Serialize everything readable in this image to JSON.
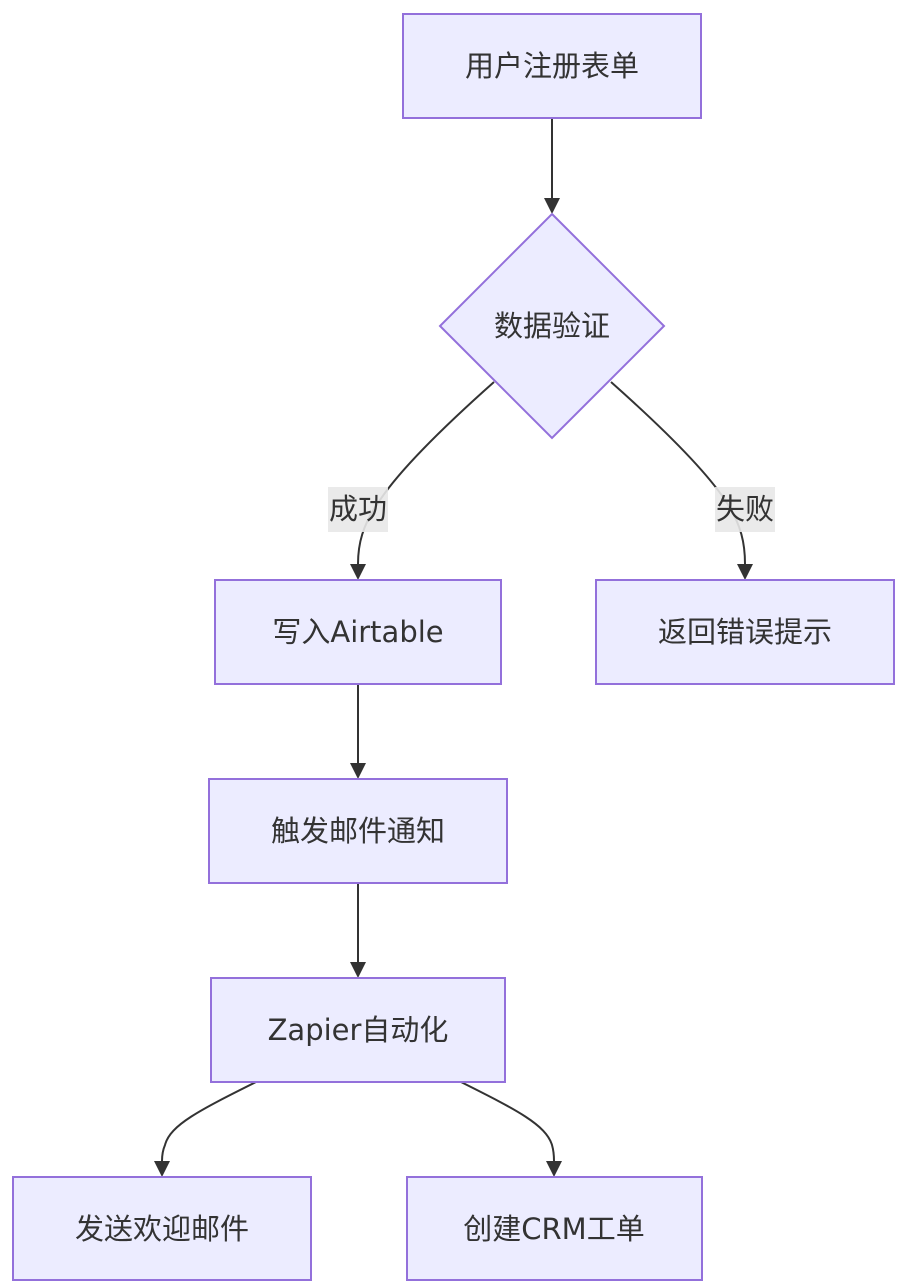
{
  "colors": {
    "node_fill": "#ECECFF",
    "node_stroke": "#9370DB",
    "edge": "#333333",
    "text": "#333333",
    "edge_label_bg": "#E8E8E8"
  },
  "nodes": {
    "form": {
      "label": "用户注册表单",
      "shape": "rect"
    },
    "validate": {
      "label": "数据验证",
      "shape": "diamond"
    },
    "airtable": {
      "label": "写入Airtable",
      "shape": "rect"
    },
    "error": {
      "label": "返回错误提示",
      "shape": "rect"
    },
    "notify": {
      "label": "触发邮件通知",
      "shape": "rect"
    },
    "zapier": {
      "label": "Zapier自动化",
      "shape": "rect"
    },
    "welcome": {
      "label": "发送欢迎邮件",
      "shape": "rect"
    },
    "crm": {
      "label": "创建CRM工单",
      "shape": "rect"
    }
  },
  "edges": [
    {
      "from": "form",
      "to": "validate",
      "label": ""
    },
    {
      "from": "validate",
      "to": "airtable",
      "label": "成功"
    },
    {
      "from": "validate",
      "to": "error",
      "label": "失败"
    },
    {
      "from": "airtable",
      "to": "notify",
      "label": ""
    },
    {
      "from": "notify",
      "to": "zapier",
      "label": ""
    },
    {
      "from": "zapier",
      "to": "welcome",
      "label": ""
    },
    {
      "from": "zapier",
      "to": "crm",
      "label": ""
    }
  ]
}
